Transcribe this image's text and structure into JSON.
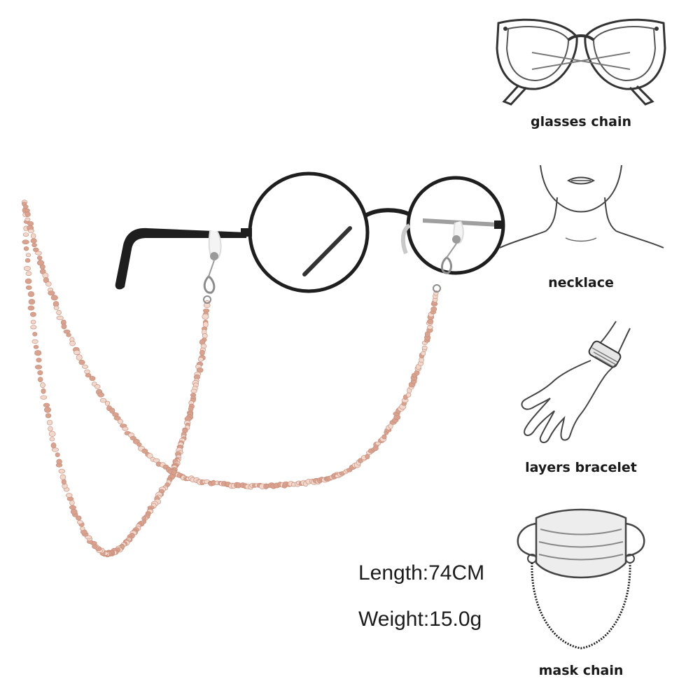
{
  "uses": [
    {
      "label": "glasses chain",
      "icon": "glasses-icon"
    },
    {
      "label": "necklace",
      "icon": "neck-icon"
    },
    {
      "label": "layers bracelet",
      "icon": "wrist-bracelet-icon"
    },
    {
      "label": "mask chain",
      "icon": "mask-icon"
    }
  ],
  "specs": {
    "length": "Length:74CM",
    "weight": "Weight:15.0g"
  },
  "colors": {
    "pearl": "#d9a28f",
    "pearl_light": "#f1d7cc",
    "frame": "#1e1e1e",
    "line_art": "#333333"
  }
}
